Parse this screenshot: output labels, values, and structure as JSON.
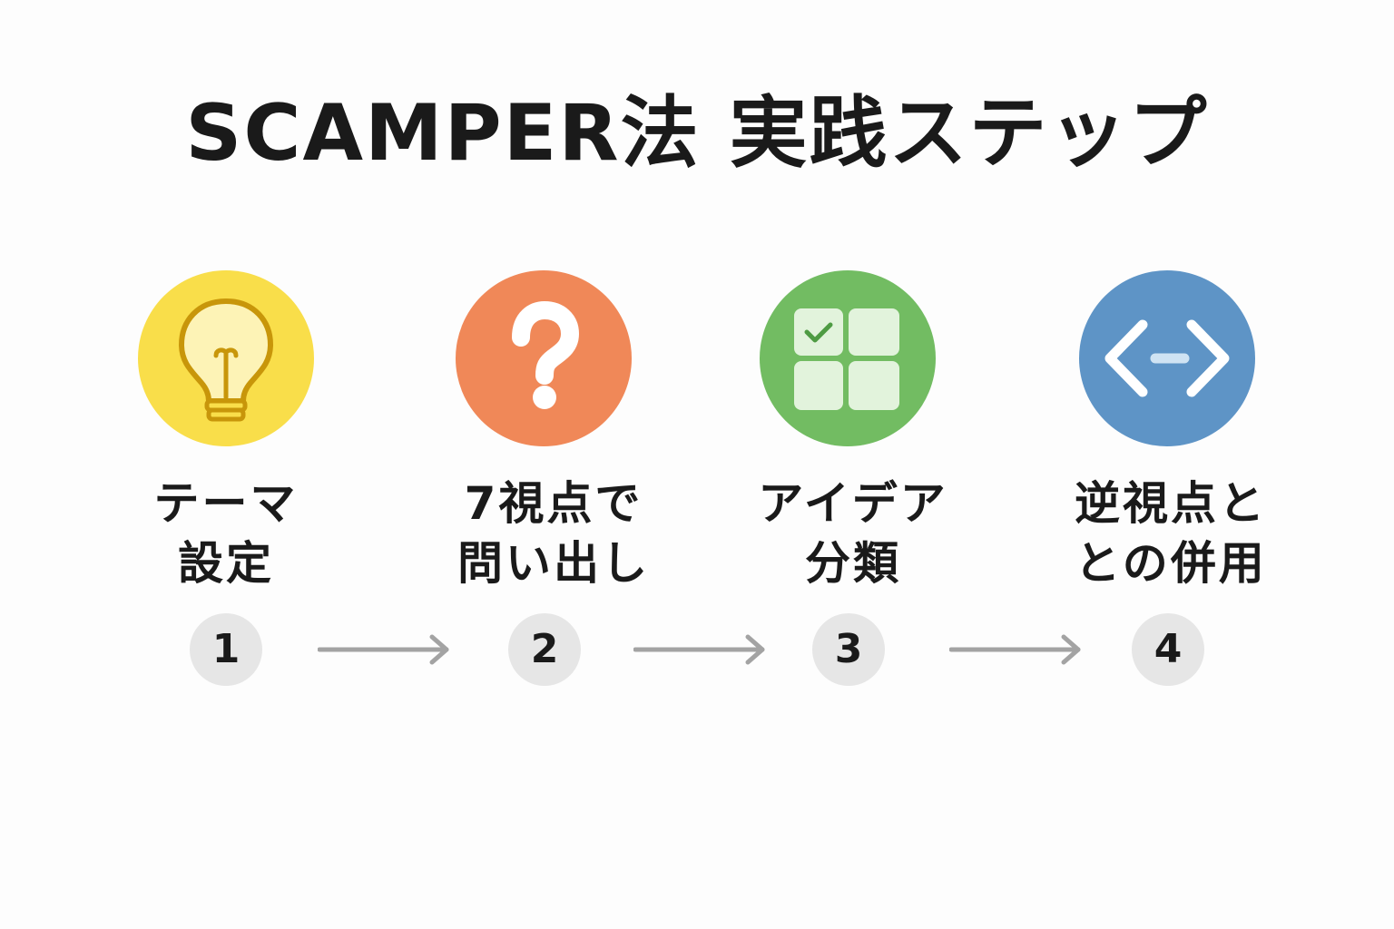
{
  "title": "SCAMPER法 実践ステップ",
  "colors": {
    "step1": "#f9de4a",
    "step2": "#f08858",
    "step3": "#72bc62",
    "step4": "#5e94c6",
    "badge": "#e6e6e6",
    "arrow": "#a3a3a3"
  },
  "steps": [
    {
      "number": "1",
      "icon": "lightbulb-icon",
      "label_line1": "テーマ",
      "label_line2": "設定"
    },
    {
      "number": "2",
      "icon": "question-mark-icon",
      "label_line1": "7視点で",
      "label_line2": "問い出し"
    },
    {
      "number": "3",
      "icon": "grid-checklist-icon",
      "label_line1": "アイデア",
      "label_line2": "分類"
    },
    {
      "number": "4",
      "icon": "reverse-arrows-icon",
      "label_line1": "逆視点と",
      "label_line2": "との併用"
    }
  ]
}
